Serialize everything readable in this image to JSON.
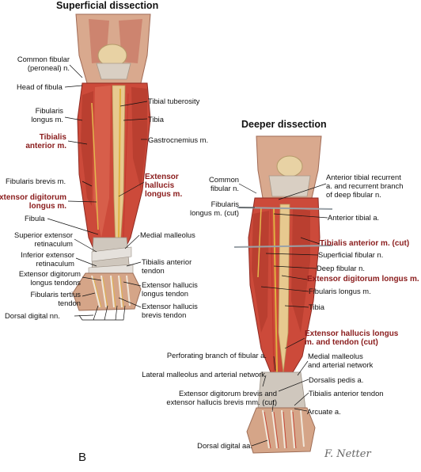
{
  "titles": {
    "superficial": "Superficial dissection",
    "deeper": "Deeper dissection"
  },
  "panel_label": "B",
  "signature": "F. Netter",
  "superficial_labels": {
    "common_fibular": "Common fibular\n(peroneal) n.",
    "head_of_fibula": "Head of fibula",
    "fibularis_longus": "Fibularis\nlongus m.",
    "tibialis_anterior": "Tibialis\nanterior m.",
    "fibularis_brevis": "Fibularis brevis m.",
    "extensor_digitorum_longus": "Extensor digitorum\nlongus m.",
    "fibula": "Fibula",
    "superior_ext_retinaculum": "Superior extensor\nretinaculum",
    "inferior_ext_retinaculum": "Inferior extensor\nretinaculum",
    "ext_digitorum_longus_tendons": "Extensor digitorum\nlongus tendons",
    "fibularis_tertius_tendon": "Fibularis tertius\ntendon",
    "dorsal_digital_nn": "Dorsal digital nn.",
    "tibial_tuberosity": "Tibial tuberosity",
    "tibia": "Tibia",
    "gastrocnemius": "Gastrocnemius m.",
    "extensor_hallucis_longus": "Extensor\nhallucis\nlongus m.",
    "medial_malleolus": "Medial malleolus",
    "tibialis_anterior_tendon": "Tibialis anterior\ntendon",
    "ext_hallucis_longus_tendon": "Extensor hallucis\nlongus tendon",
    "ext_hallucis_brevis_tendon": "Extensor hallucis\nbrevis tendon"
  },
  "deeper_labels": {
    "common_fibular": "Common\nfibular n.",
    "fibularis_longus_cut": "Fibularis\nlongus m. (cut)",
    "ant_tibial_recurrent": "Anterior tibial recurrent\na. and recurrent branch\nof deep fibular n.",
    "anterior_tibial_a": "Anterior tibial a.",
    "tibialis_anterior_cut": "Tibialis anterior m. (cut)",
    "superficial_fibular_n": "Superficial fibular n.",
    "deep_fibular_n": "Deep fibular n.",
    "ext_digitorum_longus": "Extensor digitorum longus m.",
    "fibularis_longus": "Fibularis longus m.",
    "tibia": "Tibia",
    "ext_hallucis_longus_tendon": "Extensor hallucis longus\nm. and tendon (cut)",
    "perforating_branch": "Perforating branch of fibular a.",
    "medial_malleolus_network": "Medial malleolus\nand arterial network",
    "lateral_malleolus_network": "Lateral malleolus and arterial network",
    "dorsalis_pedis": "Dorsalis pedis a.",
    "ext_dig_brevis": "Extensor digitorum brevis and\nextensor hallucis brevis mm. (cut)",
    "tibialis_anterior_tendon": "Tibialis anterior tendon",
    "arcuate_a": "Arcuate a.",
    "dorsal_digital_aa": "Dorsal digital aa."
  }
}
